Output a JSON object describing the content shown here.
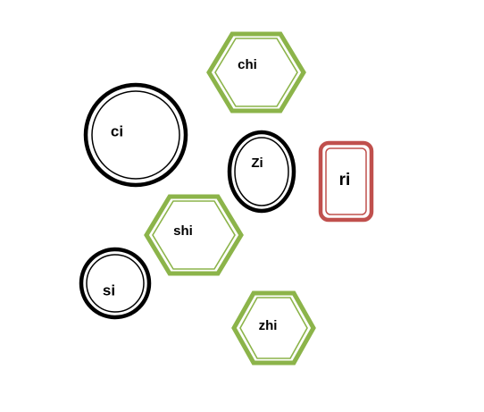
{
  "colors": {
    "circle": "#000000",
    "hexagon": "#8cb44a",
    "rounded_rect": "#c0504d",
    "text": "#000000"
  },
  "shapes": [
    {
      "kind": "hexagon",
      "icon": "green-hexagon",
      "label": "chi"
    },
    {
      "kind": "circle",
      "icon": "black-circle",
      "label": "ci"
    },
    {
      "kind": "circle",
      "icon": "black-circle",
      "label": "Zi"
    },
    {
      "kind": "rounded-rect",
      "icon": "red-rounded-rectangle",
      "label": "ri"
    },
    {
      "kind": "hexagon",
      "icon": "green-hexagon",
      "label": "shi"
    },
    {
      "kind": "circle",
      "icon": "black-circle",
      "label": "si"
    },
    {
      "kind": "hexagon",
      "icon": "green-hexagon",
      "label": "zhi"
    }
  ]
}
